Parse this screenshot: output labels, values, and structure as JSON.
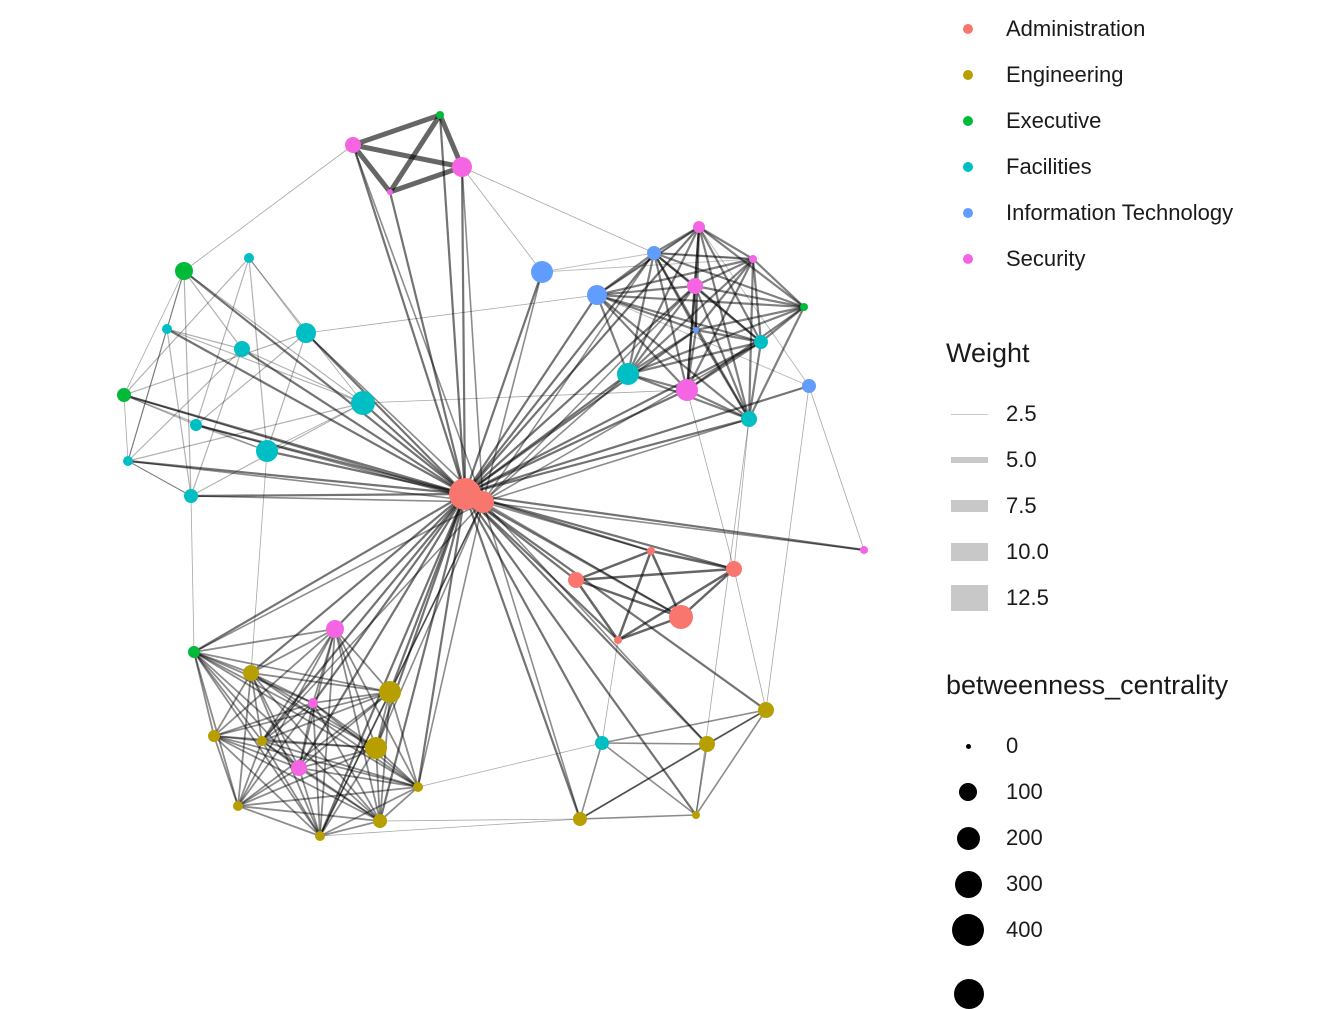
{
  "legend": {
    "department": {
      "title": "",
      "entries": [
        {
          "label": "Administration",
          "color": "#F8766D"
        },
        {
          "label": "Engineering",
          "color": "#B79F00"
        },
        {
          "label": "Executive",
          "color": "#00BA38"
        },
        {
          "label": "Facilities",
          "color": "#00BFC4"
        },
        {
          "label": "Information Technology",
          "color": "#619CFF"
        },
        {
          "label": "Security",
          "color": "#F564E3"
        }
      ]
    },
    "weight": {
      "title": "Weight",
      "entries": [
        "2.5",
        "5.0",
        "7.5",
        "10.0",
        "12.5"
      ]
    },
    "betweenness": {
      "title": "betweenness_centrality",
      "entries": [
        "0",
        "100",
        "200",
        "300",
        "400"
      ]
    }
  },
  "edge_color": "#000000",
  "node_groups": {
    "administration_hub": "Administration",
    "administration_cluster": "Administration",
    "security_top_cluster": "Security",
    "it_cluster": "Information Technology",
    "facilities_cluster": "Facilities",
    "engineering_cluster": "Engineering"
  }
}
